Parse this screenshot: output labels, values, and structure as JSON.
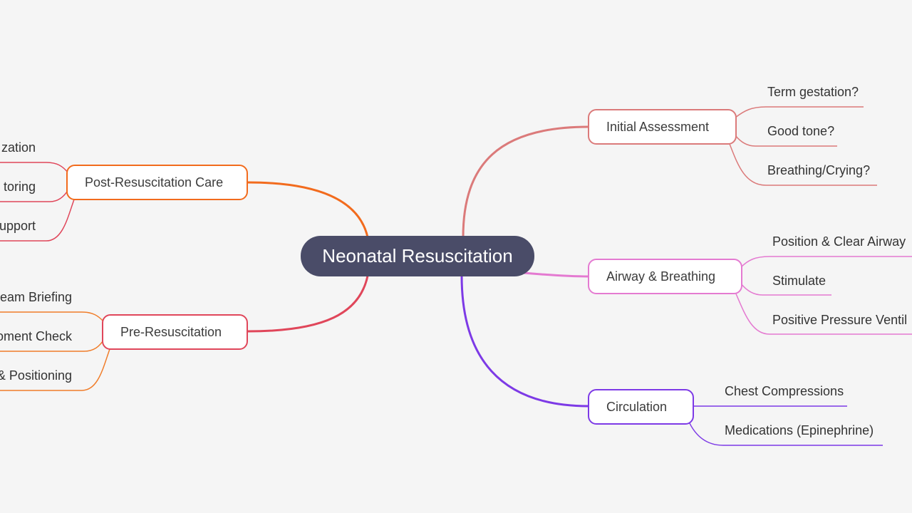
{
  "root": {
    "label": "Neonatal Resuscitation"
  },
  "colors": {
    "root": "#4a4c68",
    "initial": "#db7a7a",
    "airway": "#e47ad1",
    "circulation": "#7d3ae6",
    "post": "#f26b1d",
    "pre": "#e0465a",
    "pre_children": "#f07d2a",
    "post_children": "#e0465a"
  },
  "branches": {
    "initial": {
      "label": "Initial Assessment",
      "children": [
        "Term gestation?",
        "Good tone?",
        "Breathing/Crying?"
      ]
    },
    "airway": {
      "label": "Airway & Breathing",
      "children": [
        "Position & Clear Airway",
        "Stimulate",
        "Positive Pressure Ventil"
      ]
    },
    "circulation": {
      "label": "Circulation",
      "children": [
        "Chest Compressions",
        "Medications (Epinephrine)"
      ]
    },
    "post": {
      "label": "Post-Resuscitation Care",
      "children": [
        "zation",
        "toring",
        "upport"
      ]
    },
    "pre": {
      "label": "Pre-Resuscitation",
      "children": [
        "eam Briefing",
        "oment Check",
        "& Positioning"
      ]
    }
  }
}
